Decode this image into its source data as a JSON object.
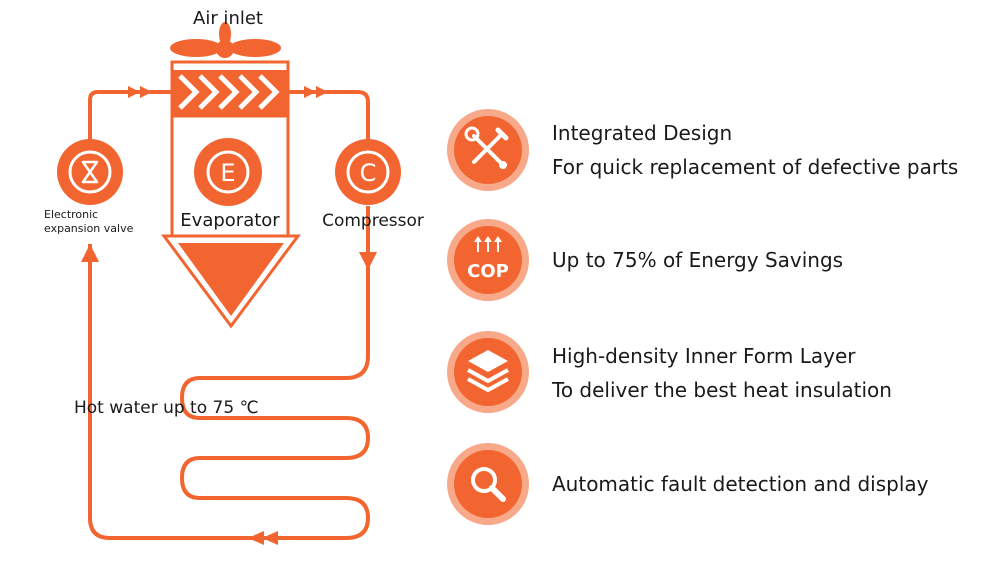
{
  "colors": {
    "accent": "#f26530",
    "accent_light": "#f7a98a",
    "text": "#1a1a1a"
  },
  "diagram": {
    "air_inlet": "Air inlet",
    "evaporator_letter": "E",
    "evaporator_label": "Evaporator",
    "compressor_letter": "C",
    "compressor_label": "Compressor",
    "valve_label_line1": "Electronic",
    "valve_label_line2": "expansion valve",
    "hot_water": "Hot water up to 75 ℃"
  },
  "features": [
    {
      "icon": "tools-icon",
      "line1": "Integrated Design",
      "line2": "For quick replacement of defective parts"
    },
    {
      "icon": "cop-icon",
      "icon_text": "COP",
      "line1": "Up to 75% of Energy Savings",
      "line2": ""
    },
    {
      "icon": "layers-icon",
      "line1": "High-density Inner Form Layer",
      "line2": "To deliver the best heat insulation"
    },
    {
      "icon": "search-icon",
      "line1": "Automatic fault detection and display",
      "line2": ""
    }
  ]
}
